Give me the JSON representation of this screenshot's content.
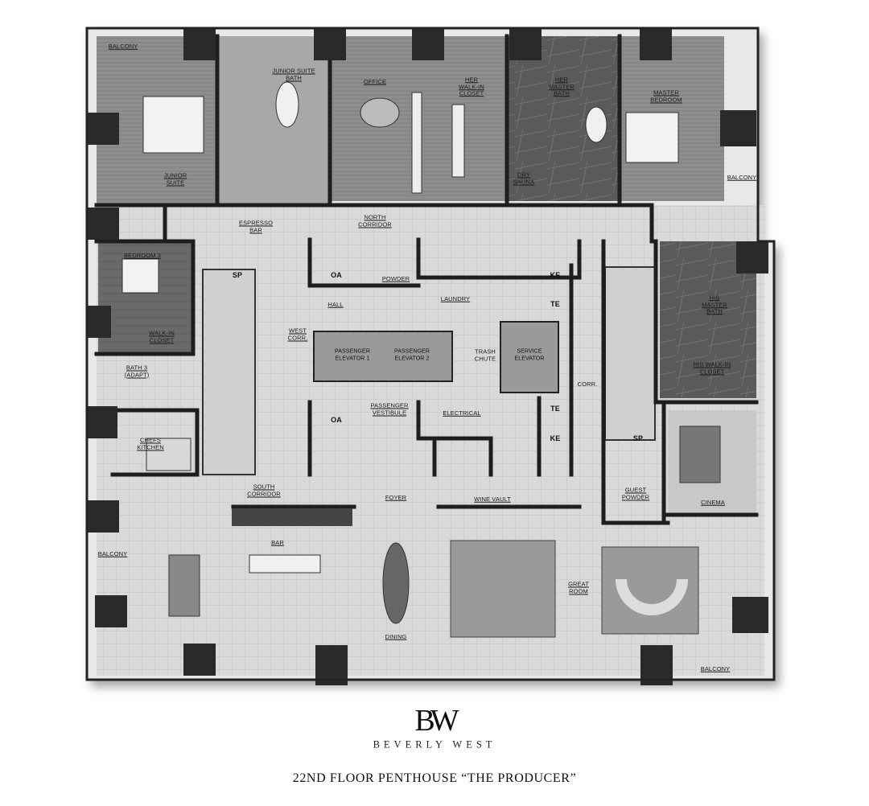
{
  "brand": {
    "logo_letters": "BW",
    "name": "BEVERLY WEST"
  },
  "plan_title": "22ND FLOOR PENTHOUSE “THE PRODUCER”",
  "rooms": [
    {
      "id": "balcony-nw",
      "text": "BALCONY"
    },
    {
      "id": "junior-suite-bath",
      "text": "JUNIOR SUITE\nBATH"
    },
    {
      "id": "office",
      "text": "OFFICE"
    },
    {
      "id": "her-walk-in-closet",
      "text": "HER\nWALK-IN\nCLOSET"
    },
    {
      "id": "her-master-bath",
      "text": "HER\nMASTER\nBATH"
    },
    {
      "id": "master-bedroom",
      "text": "MASTER\nBEDROOM"
    },
    {
      "id": "junior-suite",
      "text": "JUNIOR\nSUITE"
    },
    {
      "id": "dry-sauna",
      "text": "DRY\nSAUNA"
    },
    {
      "id": "balcony-ne",
      "text": "BALCONY"
    },
    {
      "id": "espresso-bar",
      "text": "ESPRESSO\nBAR"
    },
    {
      "id": "north-corridor",
      "text": "NORTH\nCORRIDOR"
    },
    {
      "id": "bedroom-3",
      "text": "BEDROOM 3"
    },
    {
      "id": "sp-west",
      "text": "SP"
    },
    {
      "id": "oa-north",
      "text": "OA"
    },
    {
      "id": "powder",
      "text": "POWDER"
    },
    {
      "id": "ke-north",
      "text": "KE"
    },
    {
      "id": "te-north",
      "text": "TE"
    },
    {
      "id": "hall",
      "text": "HALL"
    },
    {
      "id": "laundry",
      "text": "LAUNDRY"
    },
    {
      "id": "his-master-bath",
      "text": "HIS\nMASTER\nBATH"
    },
    {
      "id": "walk-in-closet",
      "text": "WALK-IN\nCLOSET"
    },
    {
      "id": "west-corr",
      "text": "WEST\nCORR."
    },
    {
      "id": "passenger-elevator-1",
      "text": "PASSENGER\nELEVATOR 1"
    },
    {
      "id": "passenger-elevator-2",
      "text": "PASSENGER\nELEVATOR 2"
    },
    {
      "id": "trash-chute",
      "text": "TRASH\nCHUTE"
    },
    {
      "id": "service-elevator",
      "text": "SERVICE\nELEVATOR"
    },
    {
      "id": "his-walk-in-closet",
      "text": "HIS WALK-IN\nCLOSET"
    },
    {
      "id": "bath-3",
      "text": "BATH 3\n(ADAPT)"
    },
    {
      "id": "corr-east",
      "text": "CORR."
    },
    {
      "id": "passenger-vestibule",
      "text": "PASSENGER\nVESTIBULE"
    },
    {
      "id": "electrical",
      "text": "ELECTRICAL"
    },
    {
      "id": "te-south",
      "text": "TE"
    },
    {
      "id": "oa-south",
      "text": "OA"
    },
    {
      "id": "ke-south",
      "text": "KE"
    },
    {
      "id": "sp-east",
      "text": "SP"
    },
    {
      "id": "chefs-kitchen",
      "text": "CHEFS\nKITCHEN"
    },
    {
      "id": "south-corridor",
      "text": "SOUTH\nCORRIDOR"
    },
    {
      "id": "foyer",
      "text": "FOYER"
    },
    {
      "id": "wine-vault",
      "text": "WINE VAULT"
    },
    {
      "id": "guest-powder",
      "text": "GUEST\nPOWDER"
    },
    {
      "id": "cinema",
      "text": "CINEMA"
    },
    {
      "id": "bar",
      "text": "BAR"
    },
    {
      "id": "balcony-sw",
      "text": "BALCONY"
    },
    {
      "id": "great-room",
      "text": "GREAT\nROOM"
    },
    {
      "id": "dining",
      "text": "DINING"
    },
    {
      "id": "balcony-se",
      "text": "BALCONY"
    }
  ]
}
